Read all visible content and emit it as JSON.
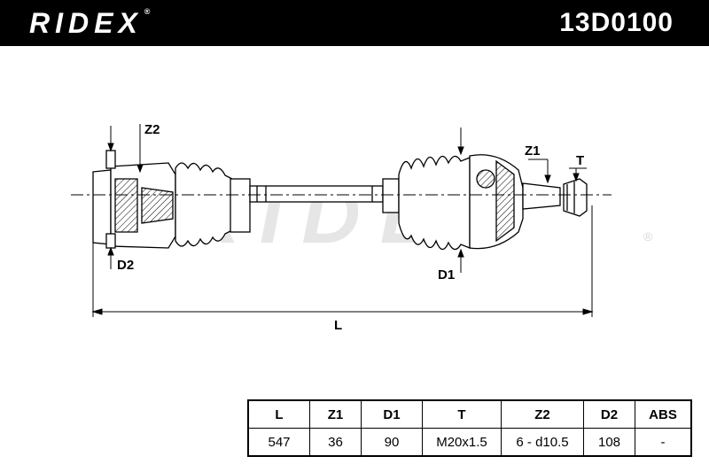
{
  "header": {
    "brand": "RIDEX",
    "brand_mark": "®",
    "part_number": "13D0100"
  },
  "watermark": {
    "text": "RIDEX",
    "mark": "®"
  },
  "diagram": {
    "labels": {
      "z2": "Z2",
      "z1": "Z1",
      "t": "T",
      "d2": "D2",
      "d1": "D1",
      "l": "L"
    }
  },
  "table": {
    "headers": [
      "L",
      "Z1",
      "D1",
      "T",
      "Z2",
      "D2",
      "ABS"
    ],
    "values": [
      "547",
      "36",
      "90",
      "M20x1.5",
      "6 - d10.5",
      "108",
      "-"
    ]
  },
  "colors": {
    "header_bg": "#000000",
    "header_text": "#ffffff",
    "line": "#000000",
    "watermark": "#e6e6e6"
  }
}
